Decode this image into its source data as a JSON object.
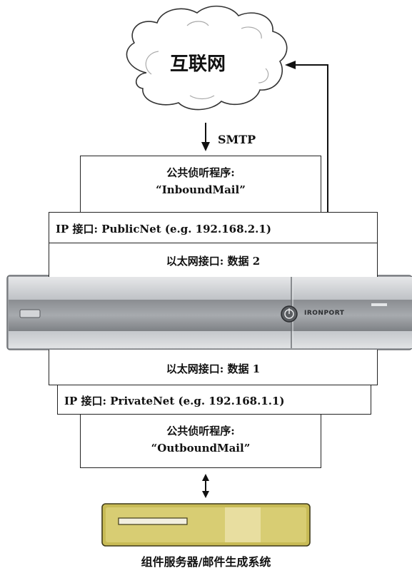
{
  "internet": {
    "label": "互联网"
  },
  "smtp_label": "SMTP",
  "inbound_listener": {
    "title": "公共侦听程序:",
    "name": "“InboundMail”"
  },
  "ip_public": "IP 接口: PublicNet (e.g. 192.168.2.1)",
  "eth_data2": "以太网接口: 数据 2",
  "appliance": {
    "brand": "IRONPORT"
  },
  "eth_data1": "以太网接口: 数据 1",
  "ip_private": "IP 接口: PrivateNet (e.g. 192.168.1.1)",
  "outbound_listener": {
    "title": "公共侦听程序:",
    "name": "“OutboundMail”"
  },
  "server_label": "组件服务器/邮件生成系统"
}
